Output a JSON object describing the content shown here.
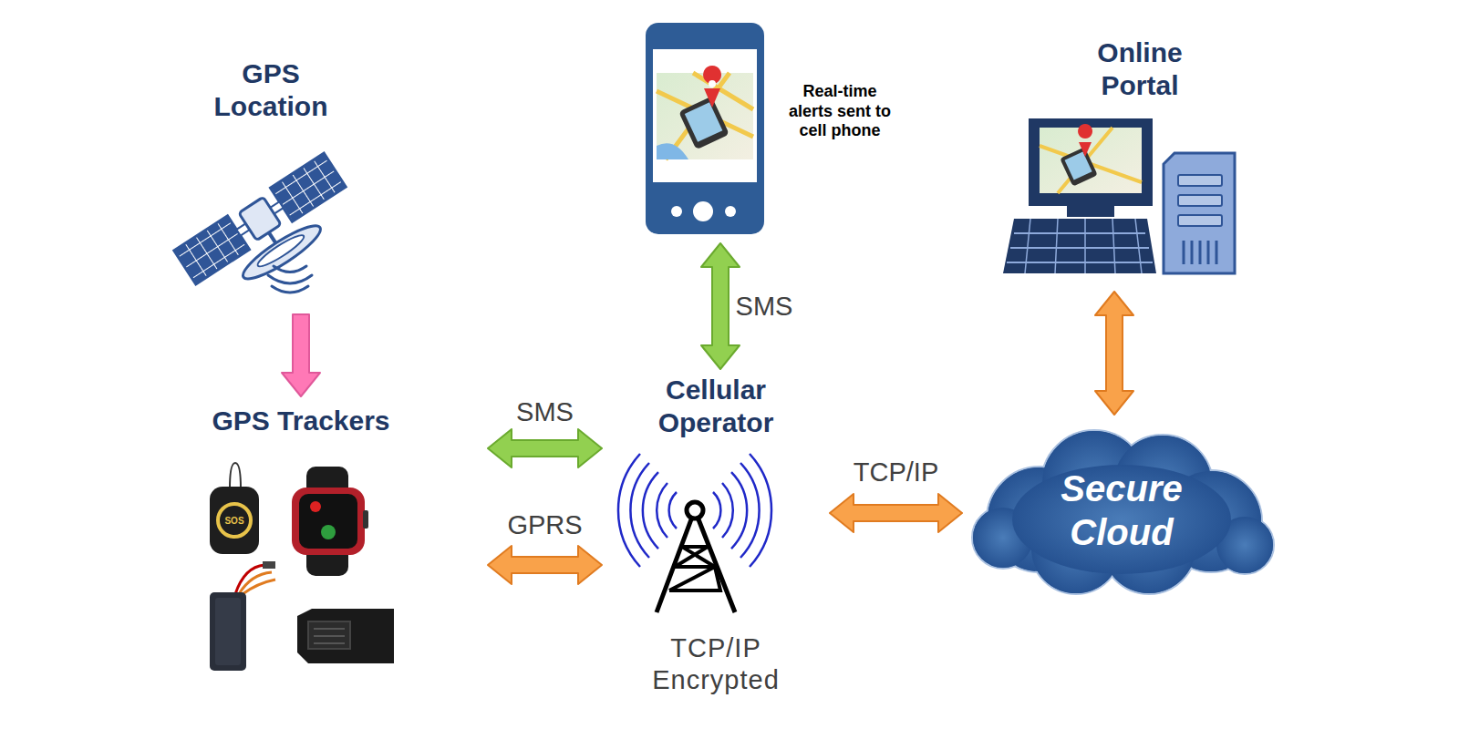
{
  "diagram": {
    "nodes": [
      {
        "text": [
          "GPS Location"
        ]
      },
      {
        "text": [
          "Real-time alerts sent to cell phone"
        ]
      },
      {
        "text": [
          "Online Portal"
        ]
      },
      {
        "text": [
          "GPS Trackers"
        ]
      },
      {
        "text": [
          "Cellular Operator",
          "TCP/IP Encrypted"
        ]
      },
      {
        "text": [
          "Secure Cloud"
        ]
      }
    ],
    "edges": [
      {
        "from": 0,
        "to": 3,
        "arrow": "to"
      },
      {
        "from": 1,
        "to": 4,
        "label": "SMS",
        "arrow": "both"
      },
      {
        "from": 3,
        "to": 4,
        "label": "SMS",
        "arrow": "both"
      },
      {
        "from": 3,
        "to": 4,
        "label": "GPRS",
        "arrow": "both"
      },
      {
        "from": 4,
        "to": 5,
        "label": "TCP/IP",
        "arrow": "both"
      },
      {
        "from": 2,
        "to": 5,
        "arrow": "both"
      }
    ],
    "labels": [
      "SOS"
    ]
  }
}
